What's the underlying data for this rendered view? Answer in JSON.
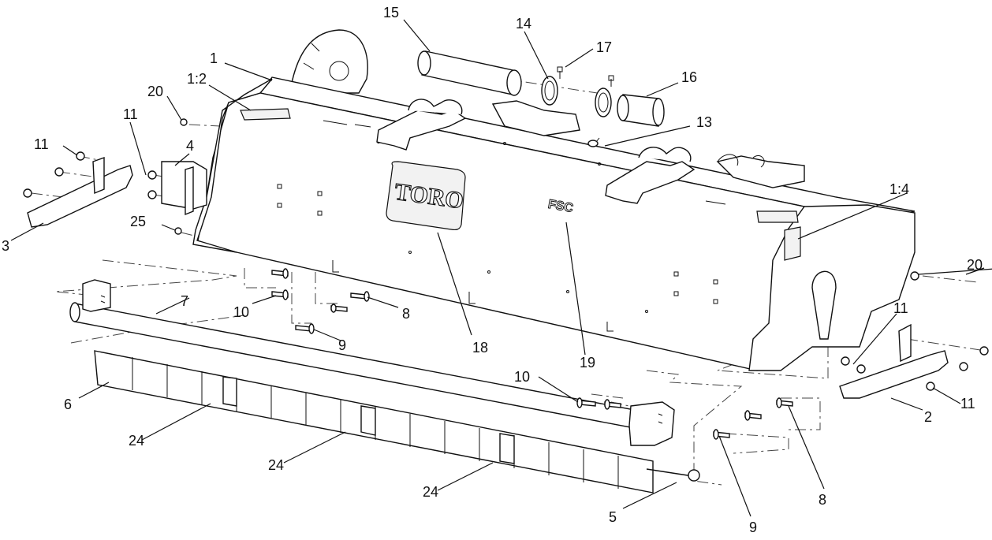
{
  "diagram": {
    "callouts": {
      "c1": "1",
      "c1_2": "1:2",
      "c1_4": "1:4",
      "c2": "2",
      "c3": "3",
      "c4": "4",
      "c5": "5",
      "c6": "6",
      "c7": "7",
      "c8a": "8",
      "c8b": "8",
      "c9a": "9",
      "c9b": "9",
      "c10a": "10",
      "c10b": "10",
      "c11a": "11",
      "c11b": "11",
      "c11c": "11",
      "c11d": "11",
      "c13": "13",
      "c14": "14",
      "c15": "15",
      "c16": "16",
      "c17": "17",
      "c18": "18",
      "c19": "19",
      "c20a": "20",
      "c20b": "20",
      "c24a": "24",
      "c24b": "24",
      "c24c": "24",
      "c25": "25"
    },
    "decal_brand": "TORO",
    "decal_mark": "FSC"
  }
}
